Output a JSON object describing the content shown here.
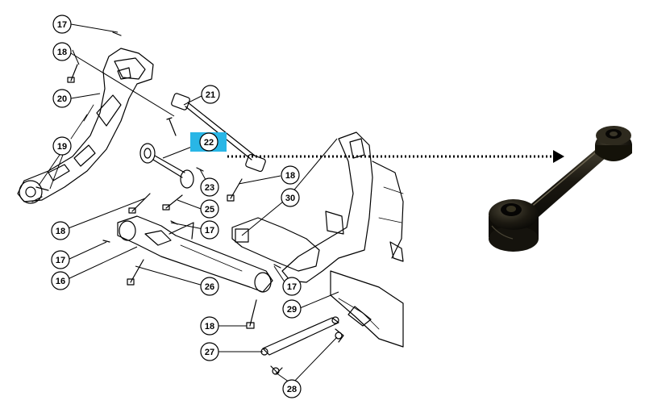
{
  "callouts": [
    {
      "id": "c17a",
      "label": "17"
    },
    {
      "id": "c18a",
      "label": "18"
    },
    {
      "id": "c20",
      "label": "20"
    },
    {
      "id": "c21",
      "label": "21"
    },
    {
      "id": "c22",
      "label": "22"
    },
    {
      "id": "c19",
      "label": "19"
    },
    {
      "id": "c23",
      "label": "23"
    },
    {
      "id": "c18b",
      "label": "18"
    },
    {
      "id": "c30",
      "label": "30"
    },
    {
      "id": "c25",
      "label": "25"
    },
    {
      "id": "c18c",
      "label": "18"
    },
    {
      "id": "c17b",
      "label": "17"
    },
    {
      "id": "c17c",
      "label": "17"
    },
    {
      "id": "c16",
      "label": "16"
    },
    {
      "id": "c26",
      "label": "26"
    },
    {
      "id": "c17d",
      "label": "17"
    },
    {
      "id": "c29",
      "label": "29"
    },
    {
      "id": "c18d",
      "label": "18"
    },
    {
      "id": "c27",
      "label": "27"
    },
    {
      "id": "c28",
      "label": "28"
    }
  ],
  "highlight": {
    "callout": "22",
    "color": "#29b6e6"
  },
  "colors": {
    "line": "#000000",
    "part_photo": "#1a1710",
    "arrow": "#000000"
  }
}
